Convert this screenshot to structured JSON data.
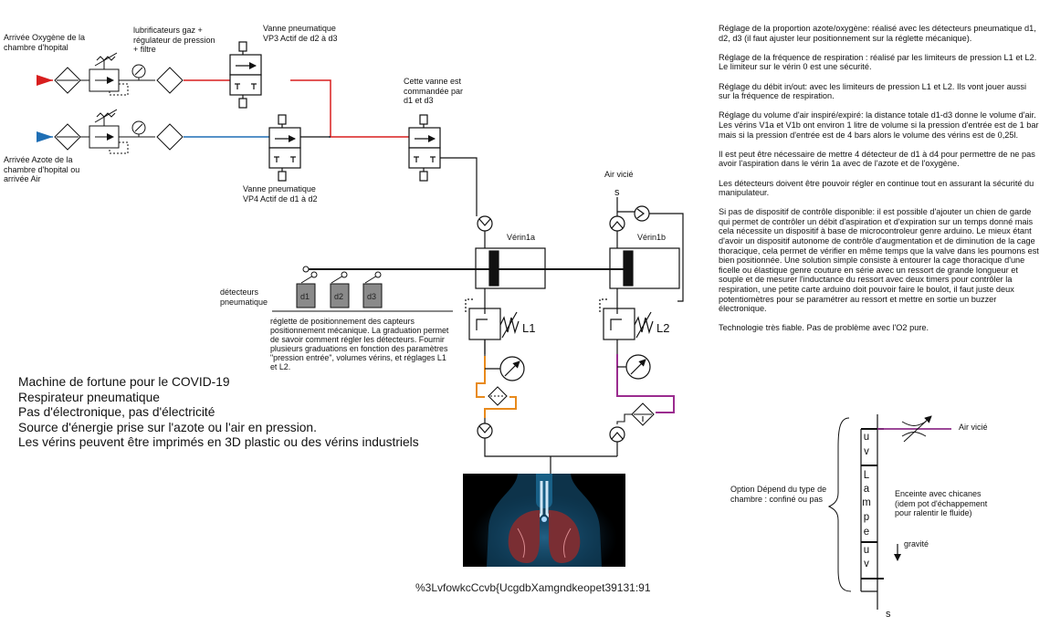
{
  "labels": {
    "oxygen_inlet": "Arrivée Oxygène de la chambre d'hopital",
    "nitrogen_inlet": "Arrivée Azote de la chambre d'hopital ou arrivée Air",
    "lubricators": "lubrificateurs gaz + régulateur de pression + filtre",
    "valve_vp3": "Vanne pneumatique VP3 Actif de d2 à d3",
    "valve_vp4": "Vanne pneumatique VP4 Actif de d1 à d2",
    "valve_controlled": "Cette vanne est commandée par d1 et d3",
    "stale_air": "Air vicié",
    "stale_air_right": "Air vicié",
    "s_top": "s",
    "s_bottom": "s",
    "cylinder_1a": "Vérin1a",
    "cylinder_1b": "Vérin1b",
    "detectors": "détecteurs pneumatique",
    "d1": "d1",
    "d2": "d2",
    "d3": "d3",
    "ruler": "réglette de positionnement des capteurs positionnement mécanique. La graduation permet de savoir comment régler les détecteurs. Fournir plusieurs graduations en fonction des paramètres \"pression entrée\", volumes vérins, et réglages L1 et L2.",
    "L1": "L1",
    "L2": "L2",
    "option": "Option Dépend du type de chambre : confiné ou pas",
    "enclosure": "Enceinte avec chicanes (idem pot d'échappement pour ralentir le fluide)",
    "gravity": "gravité",
    "uv_top": [
      "u",
      "v"
    ],
    "uv_bottom": [
      "u",
      "v"
    ],
    "lampe": [
      "L",
      "a",
      "m",
      "p",
      "e"
    ]
  },
  "notes": [
    "Réglage de la proportion azote/oxygène: réalisé avec les détecteurs pneumatique d1, d2, d3 (il faut ajuster leur positionnement sur la réglette mécanique).",
    "Réglage de la fréquence de respiration : réalisé par les limiteurs de pression L1 et L2. Le limiteur sur le vérin 0 est une sécurité.",
    "Réglage du débit in/out: avec les limiteurs de pression L1 et L2. Ils vont jouer aussi sur la fréquence de respiration.",
    "Réglage du volume d'air inspiré/expiré: la distance totale d1-d3 donne le volume d'air. Les vérins V1a et V1b ont environ 1 litre de volume si la pression d'entrée est de 1 bar mais si la pression d'entrée est de 4 bars alors le volume des vérins est de 0,25l.",
    "Il est peut être nécessaire de mettre 4 détecteur de d1 à d4 pour permettre de ne pas avoir l'aspiration dans le vérin 1a avec de l'azote et de l'oxygène.",
    "Les détecteurs doivent être pouvoir régler en continue tout en assurant la sécurité du manipulateur.",
    "Si pas de dispositif de contrôle disponible: il est possible d'ajouter un chien de garde qui permet de contrôler un débit d'aspiration et d'expiration sur un temps donné mais cela nécessite un dispositif à base de microcontroleur genre arduino. Le mieux étant d'avoir un dispositif autonome de contrôle d'augmentation et de diminution de la cage thoracique, cela permet de vérifier en même temps que la valve dans les poumons est bien positionnée. Une solution simple consiste à entourer la cage thoracique d'une ficelle ou élastique genre couture en série avec un ressort de grande longueur et souple et de mesurer l'inductance du ressort avec deux timers pour contrôler la respiration, une petite carte arduino doit pouvoir faire le boulot, il faut juste deux potentiomètres pour se paramétrer au ressort et mettre en sortie un buzzer électronique.",
    "Technologie très fiable. Pas de problème avec l'O2 pure."
  ],
  "summary": [
    "Machine de fortune pour le COVID-19",
    "Respirateur pneumatique",
    "Pas d'électronique, pas d'électricité",
    "Source d'énergie prise sur l'azote ou l'air en pression.",
    "Les vérins peuvent être imprimés en 3D plastic ou des vérins industriels"
  ],
  "caption": "%3LvfowkcCcvb{UcgdbXamgndkeopet39131:91",
  "colors": {
    "oxygen_line": "#d81e1e",
    "nitrogen_line": "#1f6fb5",
    "l1_exhaust": "#e88a1c",
    "l2_exhaust": "#9b2c8f",
    "stale_air_arrow": "#8e2f8a",
    "detector_fill": "#8a8a8a"
  }
}
